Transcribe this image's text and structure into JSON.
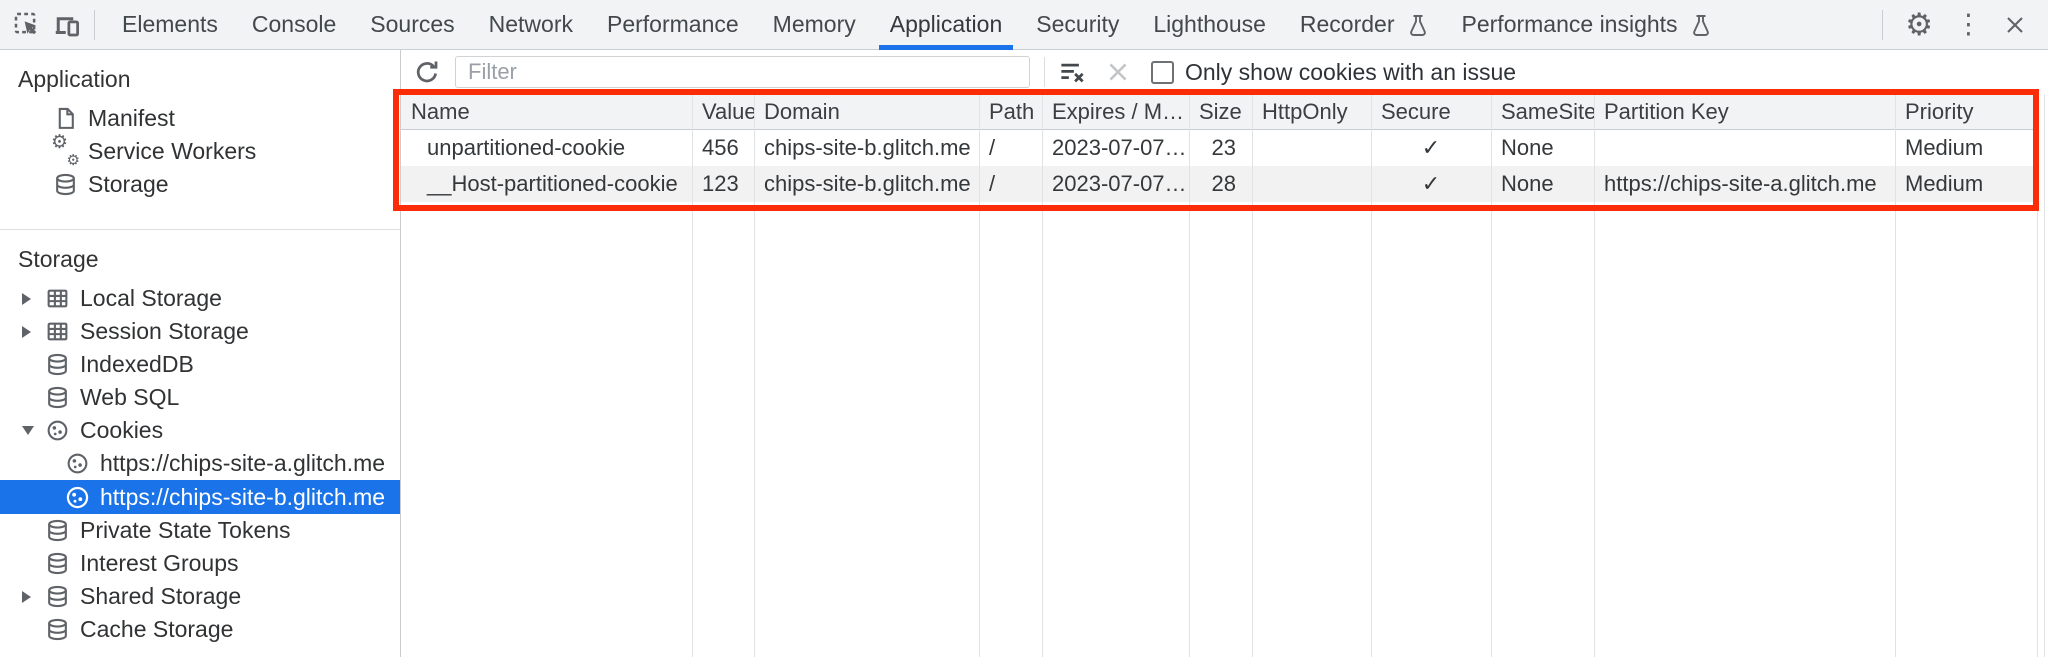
{
  "tabbar": {
    "tabs": [
      {
        "label": "Elements"
      },
      {
        "label": "Console"
      },
      {
        "label": "Sources"
      },
      {
        "label": "Network"
      },
      {
        "label": "Performance"
      },
      {
        "label": "Memory"
      },
      {
        "label": "Application",
        "selected": true
      },
      {
        "label": "Security"
      },
      {
        "label": "Lighthouse"
      },
      {
        "label": "Recorder",
        "flask": true
      },
      {
        "label": "Performance insights",
        "flask": true
      }
    ]
  },
  "sidebar": {
    "application_section": {
      "title": "Application",
      "items": [
        {
          "icon": "manifest-file",
          "label": "Manifest"
        },
        {
          "icon": "service-workers-gears",
          "label": "Service Workers"
        },
        {
          "icon": "database",
          "label": "Storage"
        }
      ]
    },
    "storage_section": {
      "title": "Storage",
      "items": [
        {
          "icon": "table",
          "label": "Local Storage",
          "expandable": true
        },
        {
          "icon": "table",
          "label": "Session Storage",
          "expandable": true
        },
        {
          "icon": "database",
          "label": "IndexedDB"
        },
        {
          "icon": "database",
          "label": "Web SQL"
        },
        {
          "icon": "cookie",
          "label": "Cookies",
          "expanded": true
        },
        {
          "icon": "cookie",
          "label": "https://chips-site-a.glitch.me",
          "child": true
        },
        {
          "icon": "cookie",
          "label": "https://chips-site-b.glitch.me",
          "child": true,
          "selected": true
        },
        {
          "icon": "database",
          "label": "Private State Tokens"
        },
        {
          "icon": "database",
          "label": "Interest Groups"
        },
        {
          "icon": "database",
          "label": "Shared Storage",
          "expandable": true
        },
        {
          "icon": "database",
          "label": "Cache Storage"
        }
      ]
    }
  },
  "toolbar": {
    "filter_placeholder": "Filter",
    "filter_value": "",
    "only_show_cookies_label": "Only show cookies with an issue",
    "only_show_cookies_checked": false
  },
  "table": {
    "columns": [
      "Name",
      "Value",
      "Domain",
      "Path",
      "Expires / M…",
      "Size",
      "HttpOnly",
      "Secure",
      "SameSite",
      "Partition Key",
      "Priority"
    ],
    "rows": [
      {
        "name": "unpartitioned-cookie",
        "value": "456",
        "domain": "chips-site-b.glitch.me",
        "path": "/",
        "expires": "2023-07-07…",
        "size": "23",
        "http_only": "",
        "secure": "✓",
        "same_site": "None",
        "partition_key": "",
        "priority": "Medium"
      },
      {
        "name": "__Host-partitioned-cookie",
        "value": "123",
        "domain": "chips-site-b.glitch.me",
        "path": "/",
        "expires": "2023-07-07…",
        "size": "28",
        "http_only": "",
        "secure": "✓",
        "same_site": "None",
        "partition_key": "https://chips-site-a.glitch.me",
        "priority": "Medium"
      }
    ]
  },
  "colors": {
    "accent_blue": "#1a73e8",
    "selection_blue": "#1a73e8",
    "annotation_red": "#fb2d09"
  }
}
